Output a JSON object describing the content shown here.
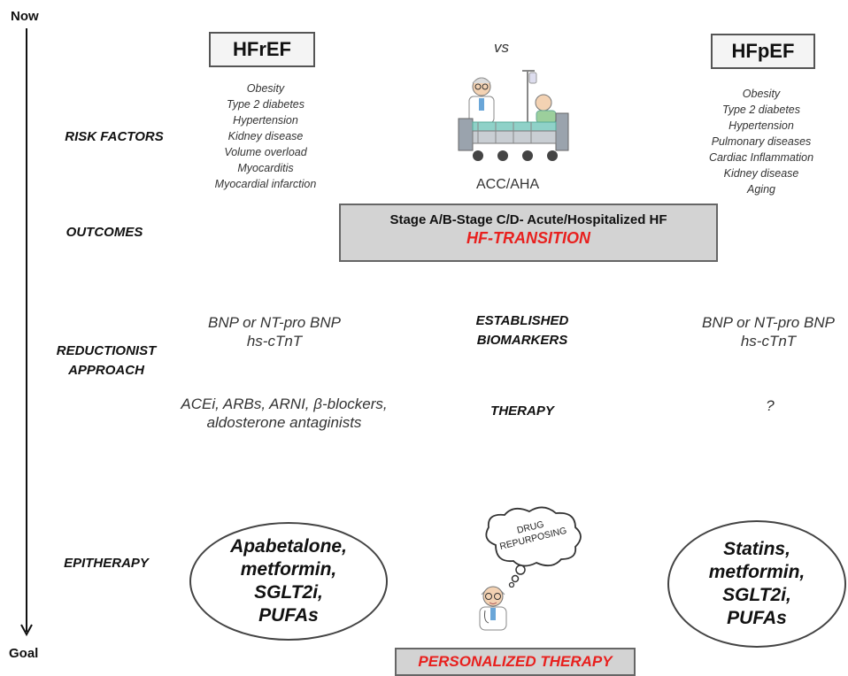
{
  "timeline": {
    "start_label": "Now",
    "end_label": "Goal"
  },
  "headers": {
    "left": "HFrEF",
    "vs": "vs",
    "right": "HFpEF"
  },
  "rows": {
    "risk_factors": "RISK FACTORS",
    "outcomes": "OUTCOMES",
    "reductionist_line1": "REDUCTIONIST",
    "reductionist_line2": "APPROACH",
    "epitherapy": "EPITHERAPY"
  },
  "hfref_risk_factors": [
    "Obesity",
    "Type 2 diabetes",
    "Hypertension",
    "Kidney disease",
    "Volume overload",
    "Myocarditis",
    "Myocardial  infarction"
  ],
  "hfpef_risk_factors": [
    "Obesity",
    "Type 2 diabetes",
    "Hypertension",
    "Pulmonary diseases",
    "Cardiac  Inflammation",
    "Kidney disease",
    "Aging"
  ],
  "center": {
    "acc_aha": "ACC/AHA",
    "stage_text": "Stage A/B-Stage C/D- Acute/Hospitalized HF",
    "transition_text": "HF-TRANSITION",
    "biomarkers_line1": "ESTABLISHED",
    "biomarkers_line2": "BIOMARKERS",
    "therapy": "THERAPY",
    "cloud_line1": "DRUG",
    "cloud_line2": "REPURPOSING",
    "personalized": "PERSONALIZED THERAPY"
  },
  "hfref_biomarkers": {
    "line1": "BNP or NT-pro BNP",
    "line2": "hs-cTnT"
  },
  "hfpef_biomarkers": {
    "line1": "BNP or NT-pro BNP",
    "line2": "hs-cTnT"
  },
  "hfref_therapy": {
    "line1": "ACEi, ARBs, ARNI, β-blockers,",
    "line2": "aldosterone antaginists"
  },
  "hfpef_therapy": "?",
  "hfref_epitherapy": [
    "Apabetalone,",
    "metformin,",
    "SGLT2i,",
    "PUFAs"
  ],
  "hfpef_epitherapy": [
    "Statins,",
    "metformin,",
    "SGLT2i,",
    "PUFAs"
  ],
  "colors": {
    "highlight_red": "#e8201e",
    "box_gray": "#d3d3d3"
  }
}
